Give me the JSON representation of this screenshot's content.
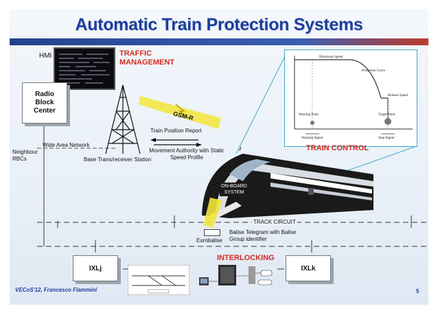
{
  "title": "Automatic Train Protection Systems",
  "labels": {
    "hmi": "HMI",
    "traffic_management": "TRAFFIC MANAGEMENT",
    "radio_block_center": "Radio Block Center",
    "neighbour_rbcs": "Neighbour RBCs",
    "wide_area_network": "Wide Area Network",
    "base_station": "Base Trans/receiver Station",
    "gsm_r": "GSM-R",
    "train_position_report": "Train Position Report",
    "movement_authority": "Movement Authority with Static Speed Profile",
    "train_control": "TRAIN CONTROL",
    "on_board_system": "ON-BOARD SYSTEM",
    "track_circuit": "TRACK CIRCUIT",
    "eurobalise": "Eurobalise",
    "balise_telegram": "Balise Telegram with Balise Group identifier",
    "interlocking": "INTERLOCKING",
    "ixl_j": "IXLj",
    "ixl_k": "IXLk",
    "footer_left": "VECoS'12, Francesco Flammini",
    "page_number": "5"
  },
  "speed_curve": {
    "maximum_speed": "Maximum Speed",
    "protection_curve": "Protection Curve",
    "release_speed": "Release Speed",
    "warning_point": "Warning Point",
    "target_point": "Target Point",
    "warning_signal": "Warning Signal",
    "stop_signal": "Stop Signal"
  },
  "colors": {
    "title": "#1c3f9a",
    "accent_red": "#d52a1f",
    "balise_yellow": "#f2e53a"
  }
}
